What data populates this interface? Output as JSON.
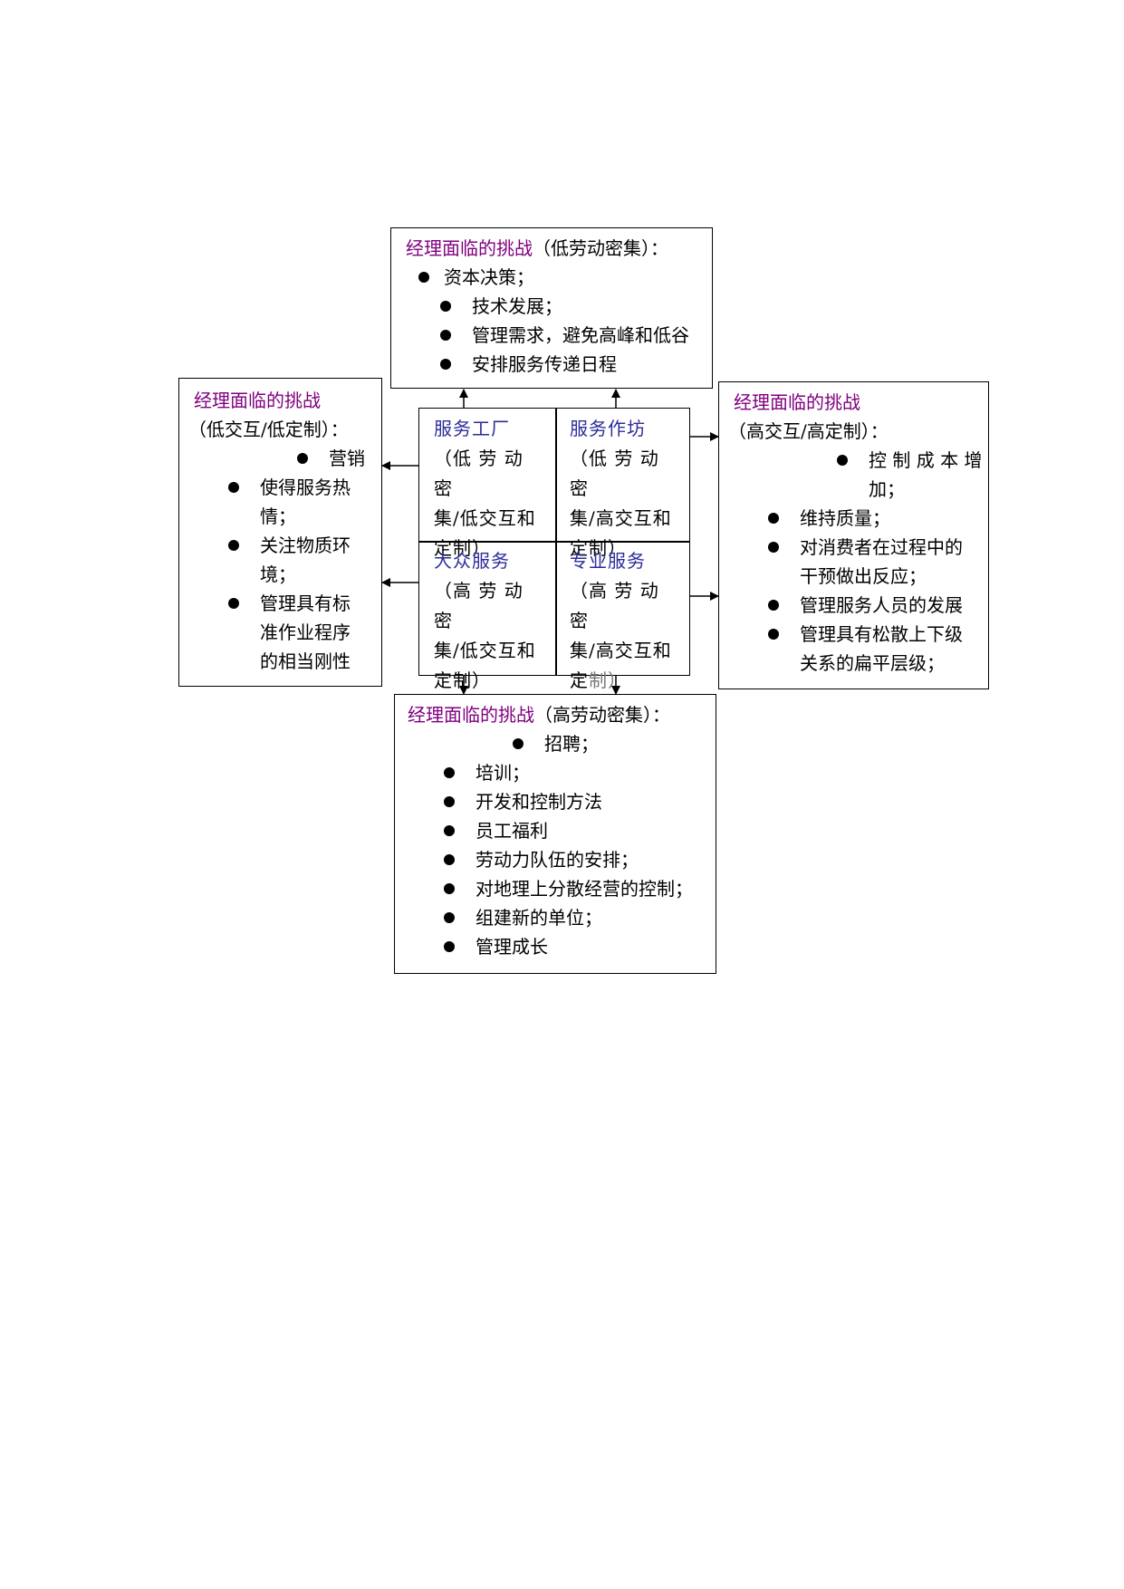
{
  "top_box": {
    "title": "经理面临的挑战",
    "paren": "（低劳动密集）：",
    "items": [
      "资本决策；",
      "技术发展；",
      "管理需求，避免高峰和低谷",
      "安排服务传递日程"
    ]
  },
  "left_box": {
    "title": "经理面临的挑战",
    "paren": "（低交互/低定制）：",
    "item1": "营销",
    "item2": [
      "使得服务热",
      "情；"
    ],
    "item3": [
      "关注物质环",
      "境；"
    ],
    "item4": [
      "管理具有标",
      "准作业程序",
      "的相当刚性"
    ]
  },
  "right_box": {
    "title": "经理面临的挑战",
    "paren": "（高交互/高定制）：",
    "item1": [
      "控 制 成 本 增",
      "加；"
    ],
    "item2": "维持质量；",
    "item3": [
      "对消费者在过程中的",
      "干预做出反应；"
    ],
    "item4": "管理服务人员的发展",
    "item5": [
      "管理具有松散上下级",
      "关系的扁平层级；"
    ]
  },
  "bottom_box": {
    "title": "经理面临的挑战",
    "paren": "（高劳动密集）：",
    "items": [
      "招聘；",
      "培训；",
      "开发和控制方法",
      "员工福利",
      "劳动力队伍的安排；",
      "对地理上分散经营的控制；",
      "组建新的单位；",
      "管理成长"
    ]
  },
  "matrix": {
    "service_factory": {
      "title": "服务工厂",
      "lines": [
        "（低 劳 动 密",
        "集/低交互和",
        "定制）"
      ]
    },
    "service_shop": {
      "title": "服务作坊",
      "lines": [
        "（低 劳 动 密",
        "集/高交互和",
        "定",
        "制）"
      ]
    },
    "mass_service": {
      "title": "大众服务",
      "lines": [
        "（高 劳 动 密",
        "集/低交互和",
        "定制）"
      ]
    },
    "professional_service": {
      "title": "专业服务",
      "lines": [
        "（高 劳 动 密",
        "集/高交互和",
        "定",
        "制）"
      ]
    }
  }
}
